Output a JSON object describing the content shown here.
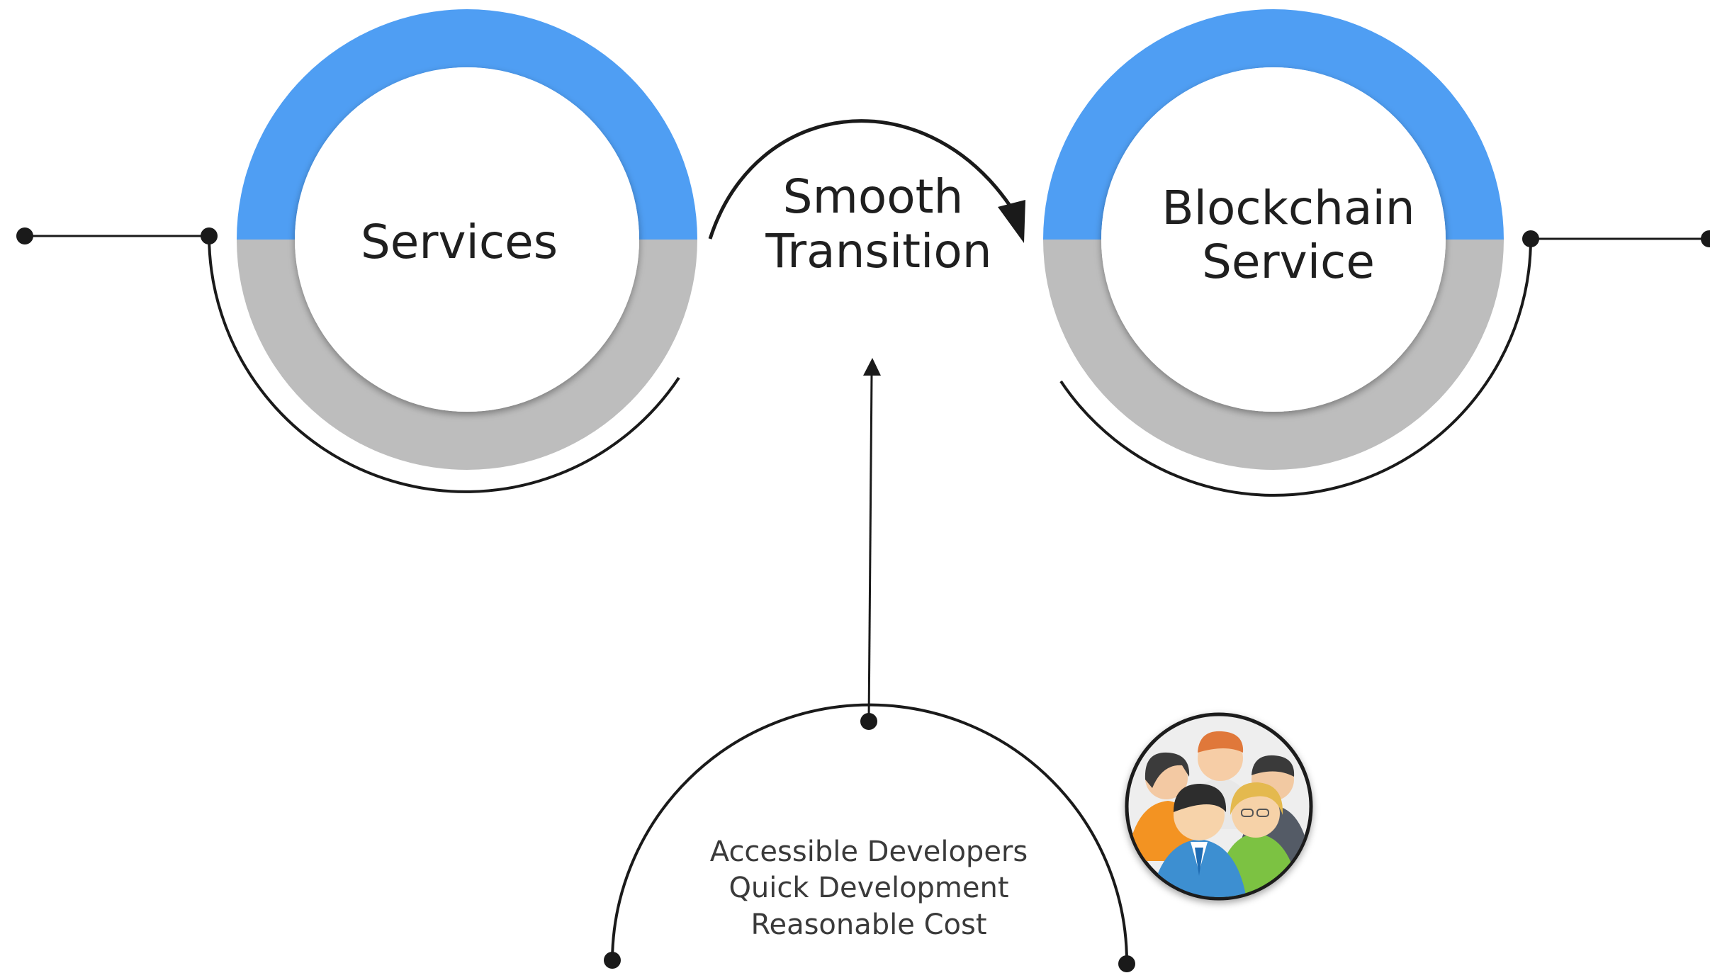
{
  "nodes": {
    "services": {
      "label": "Services"
    },
    "blockchain": {
      "line1": "Blockchain",
      "line2": "Service"
    }
  },
  "transition": {
    "line1": "Smooth",
    "line2": "Transition"
  },
  "benefits": {
    "items": [
      "Accessible Developers",
      "Quick Development",
      "Reasonable Cost"
    ]
  },
  "colors": {
    "ring_top": "#4f9ef3",
    "ring_bottom": "#bdbdbd",
    "line": "#1a1a1a",
    "text": "#1f1f1f"
  },
  "icons": {
    "team": "team-people-icon"
  }
}
